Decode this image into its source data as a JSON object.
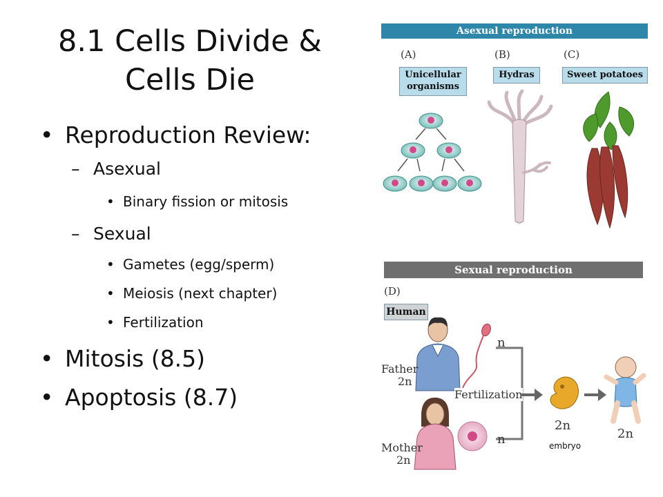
{
  "slide": {
    "title": "8.1 Cells Divide & Cells Die",
    "bullets": [
      {
        "level": 1,
        "text": "Reproduction Review:"
      },
      {
        "level": 2,
        "text": "Asexual"
      },
      {
        "level": 3,
        "text": "Binary fission or mitosis"
      },
      {
        "level": 2,
        "text": "Sexual"
      },
      {
        "level": 3,
        "text": "Gametes (egg/sperm)"
      },
      {
        "level": 3,
        "text": "Meiosis (next chapter)"
      },
      {
        "level": 3,
        "text": "Fertilization"
      },
      {
        "level": 1,
        "text": "Mitosis (8.5)"
      },
      {
        "level": 1,
        "text": "Apoptosis (8.7)"
      }
    ]
  },
  "asexual_figure": {
    "header": "Asexual reproduction",
    "panel_a": {
      "letter": "(A)",
      "tag_line1": "Unicellular",
      "tag_line2": "organisms"
    },
    "panel_b": {
      "letter": "(B)",
      "tag": "Hydras"
    },
    "panel_c": {
      "letter": "(C)",
      "tag": "Sweet potatoes"
    }
  },
  "sexual_figure": {
    "header": "Sexual reproduction",
    "panel_d": {
      "letter": "(D)",
      "tag": "Human"
    },
    "father_label": "Father",
    "father_ploidy": "2n",
    "mother_label": "Mother",
    "mother_ploidy": "2n",
    "fertilization_label": "Fertilization",
    "gamete_top": "n",
    "gamete_bottom": "n",
    "zygote_ploidy": "2n",
    "baby_ploidy": "2n",
    "embryo_caption": "embryo"
  },
  "colors": {
    "asexual_bar": "#2e87a8",
    "sexual_bar": "#6f6f6f",
    "tag_fill": "#b9dceb",
    "tag_fill_gray": "#cfd3d6"
  }
}
